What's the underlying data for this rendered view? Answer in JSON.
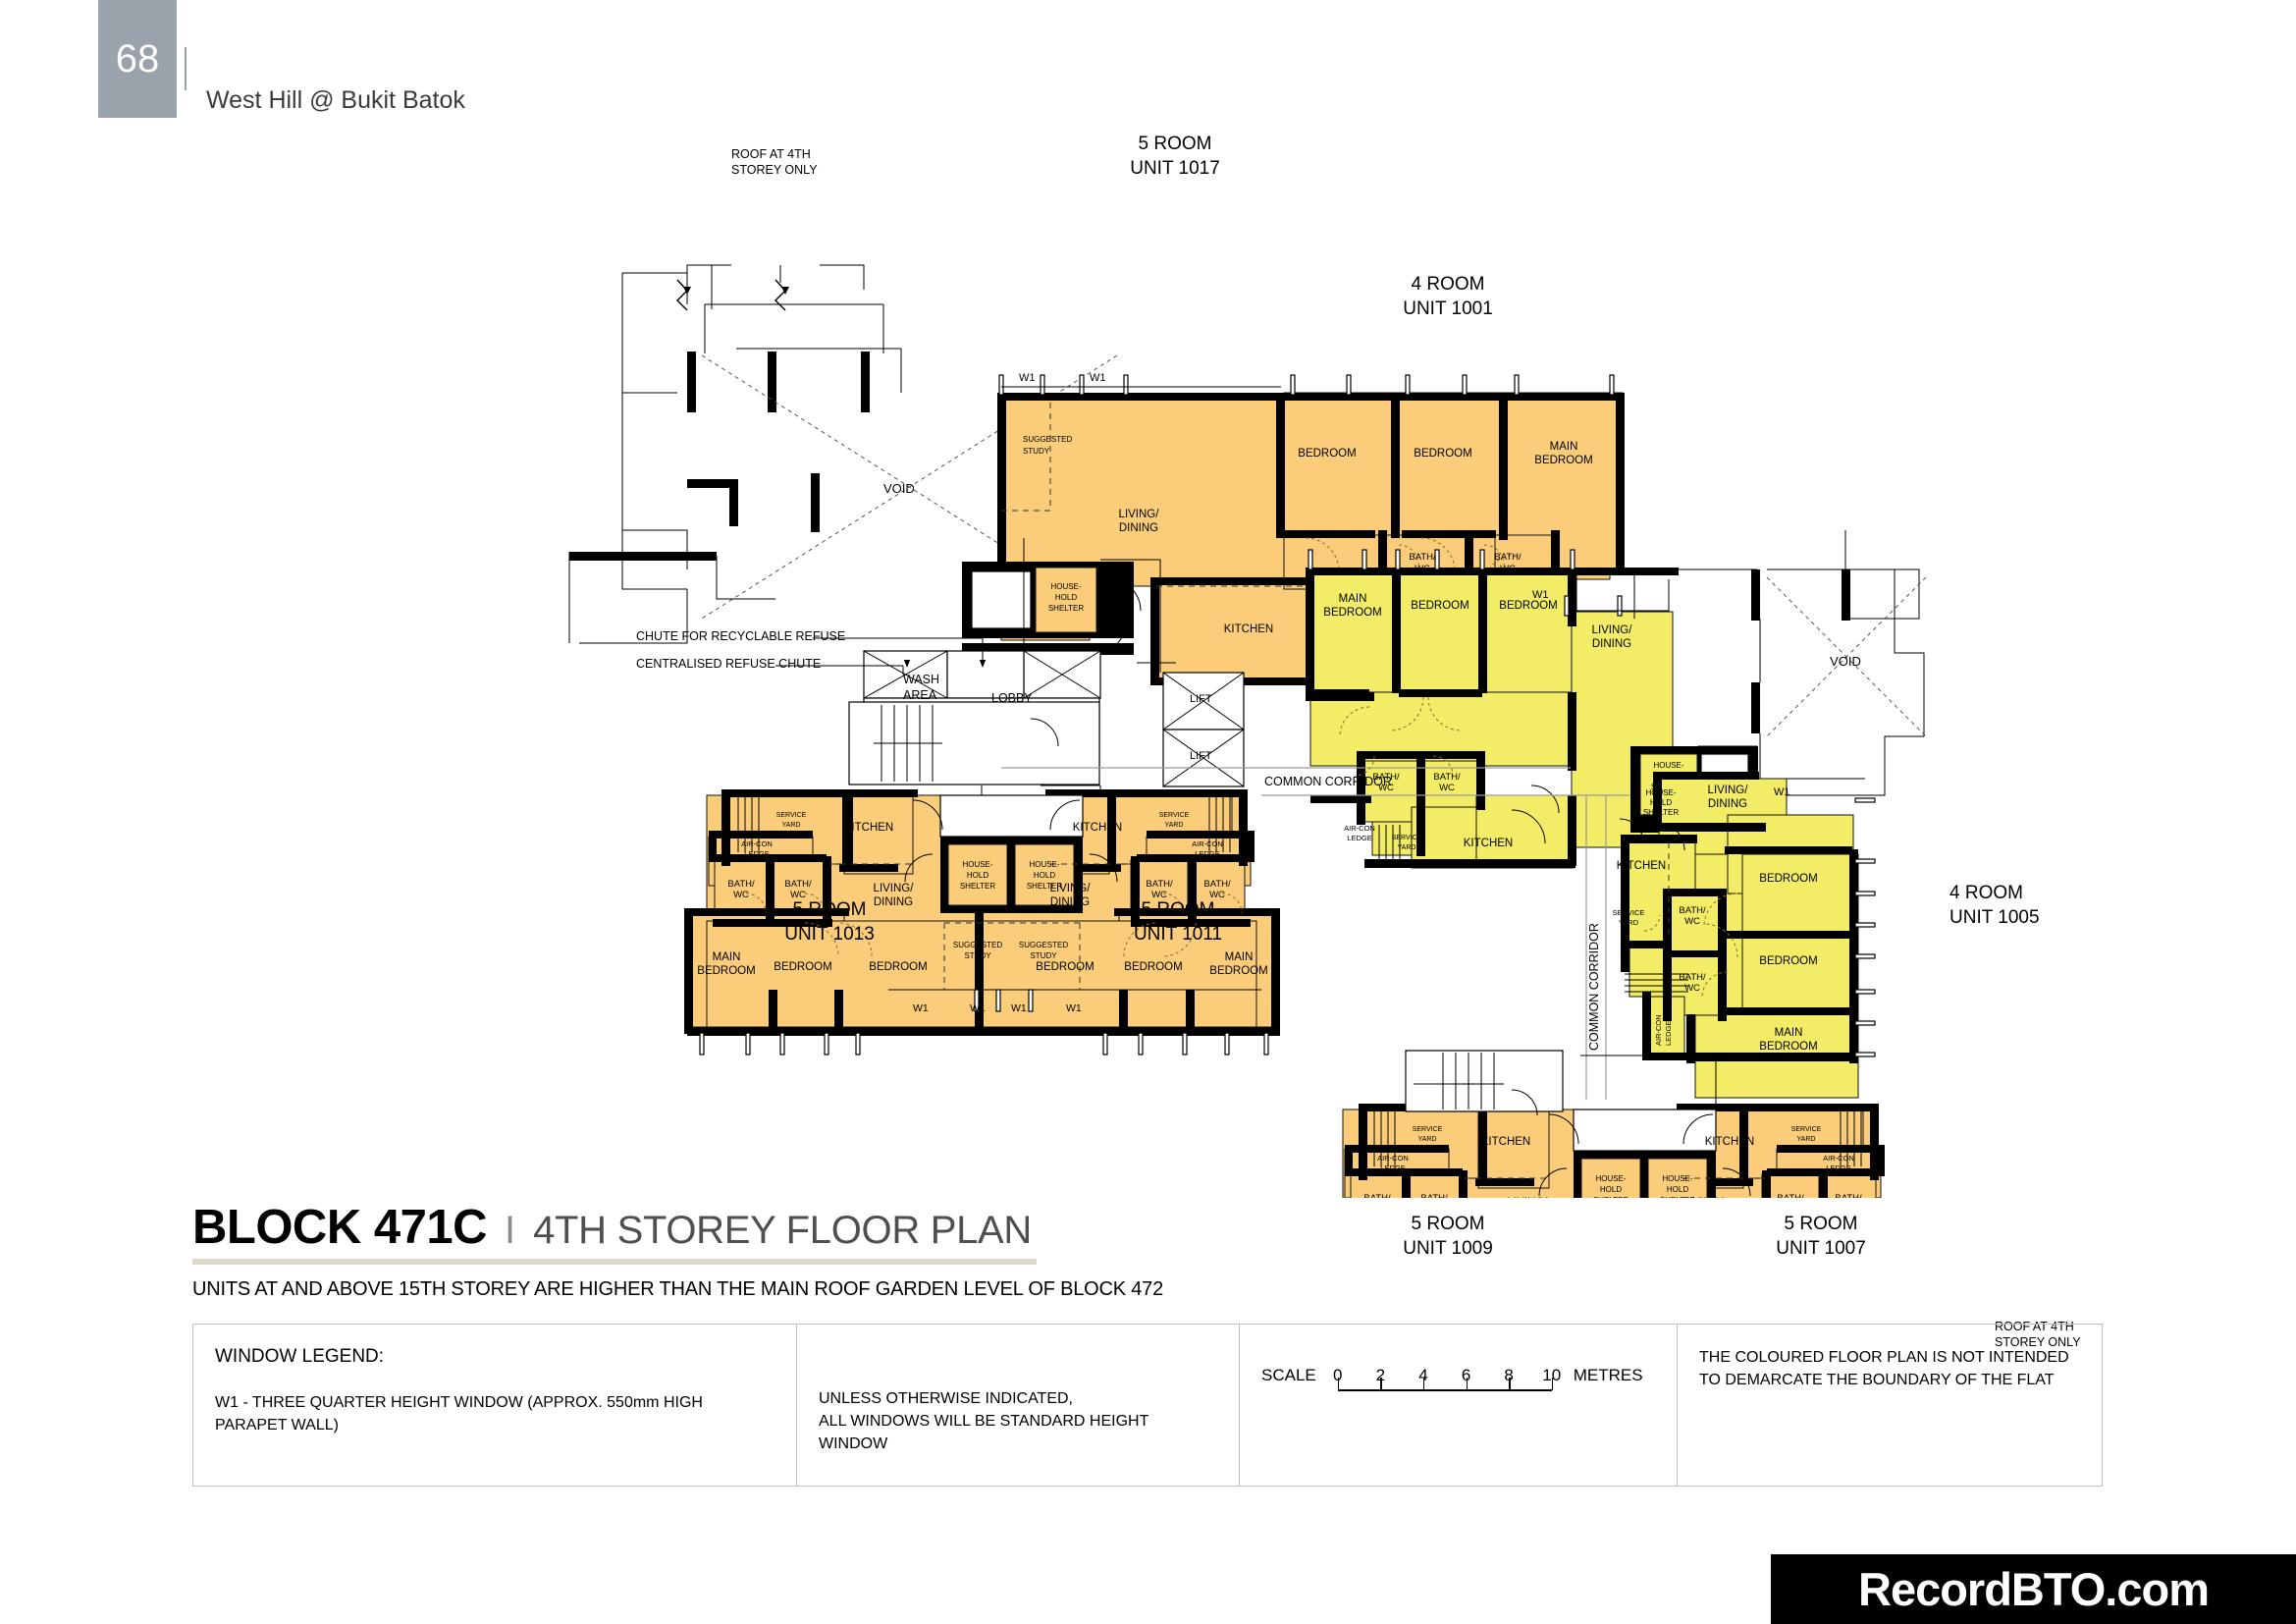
{
  "header": {
    "page_number": "68",
    "project": "West Hill @ Bukit Batok"
  },
  "title": {
    "block": "BLOCK 471C",
    "separator": "I",
    "storey": "4TH STOREY FLOOR PLAN",
    "note": "UNITS AT AND ABOVE 15TH STOREY ARE HIGHER THAN THE MAIN ROOF GARDEN LEVEL OF BLOCK 472"
  },
  "legend": {
    "window_heading": "WINDOW LEGEND:",
    "window_text": "W1 - THREE QUARTER HEIGHT WINDOW (APPROX. 550mm HIGH PARAPET WALL)",
    "windows_note_line1": "UNLESS OTHERWISE INDICATED,",
    "windows_note_line2": "ALL WINDOWS WILL BE STANDARD HEIGHT WINDOW",
    "scale_label": "SCALE",
    "scale_ticks": [
      "0",
      "2",
      "4",
      "6",
      "8",
      "10"
    ],
    "scale_units": "METRES",
    "disclaimer_line1": "THE COLOURED FLOOR PLAN IS NOT INTENDED",
    "disclaimer_line2": "TO DEMARCATE THE BOUNDARY OF THE FLAT"
  },
  "watermark": "RecordBTO.com",
  "colors": {
    "unit_orange": "#FBCD7B",
    "unit_yellow": "#F2EC66",
    "wall": "#000000",
    "badge": "#9AA2AC"
  },
  "plan": {
    "units": [
      {
        "id": "1017",
        "type": "5 ROOM",
        "label": "UNIT 1017",
        "color": "orange"
      },
      {
        "id": "1001",
        "type": "4 ROOM",
        "label": "UNIT 1001",
        "color": "yellow"
      },
      {
        "id": "1005",
        "type": "4 ROOM",
        "label": "UNIT 1005",
        "color": "yellow"
      },
      {
        "id": "1013",
        "type": "5 ROOM",
        "label": "UNIT 1013",
        "color": "orange"
      },
      {
        "id": "1011",
        "type": "5 ROOM",
        "label": "UNIT 1011",
        "color": "orange"
      },
      {
        "id": "1009",
        "type": "5 ROOM",
        "label": "UNIT 1009",
        "color": "orange"
      },
      {
        "id": "1007",
        "type": "5 ROOM",
        "label": "UNIT 1007",
        "color": "orange"
      }
    ],
    "room_names": {
      "main_bedroom": "MAIN\nBEDROOM",
      "bedroom": "BEDROOM",
      "living_dining": "LIVING/\nDINING",
      "kitchen": "KITCHEN",
      "bath_wc": "BATH/\nWC",
      "household_shelter": "HOUSE-\nHOLD\nSHELTER",
      "aircon_ledge": "AIR-CON\nLEDGE",
      "service_yard": "SERVICE\nYARD",
      "suggested_study": "SUGGESTED\nSTUDY"
    },
    "annotations": {
      "roof_note": "ROOF AT 4TH\nSTOREY ONLY",
      "void": "VOID",
      "lift": "LIFT",
      "lobby": "LOBBY",
      "wash_area": "WASH\nAREA",
      "common_corridor": "COMMON CORRIDOR",
      "chute_recyclable": "CHUTE FOR RECYCLABLE REFUSE",
      "chute_centralised": "CENTRALISED REFUSE CHUTE",
      "window_tag": "W1"
    }
  }
}
